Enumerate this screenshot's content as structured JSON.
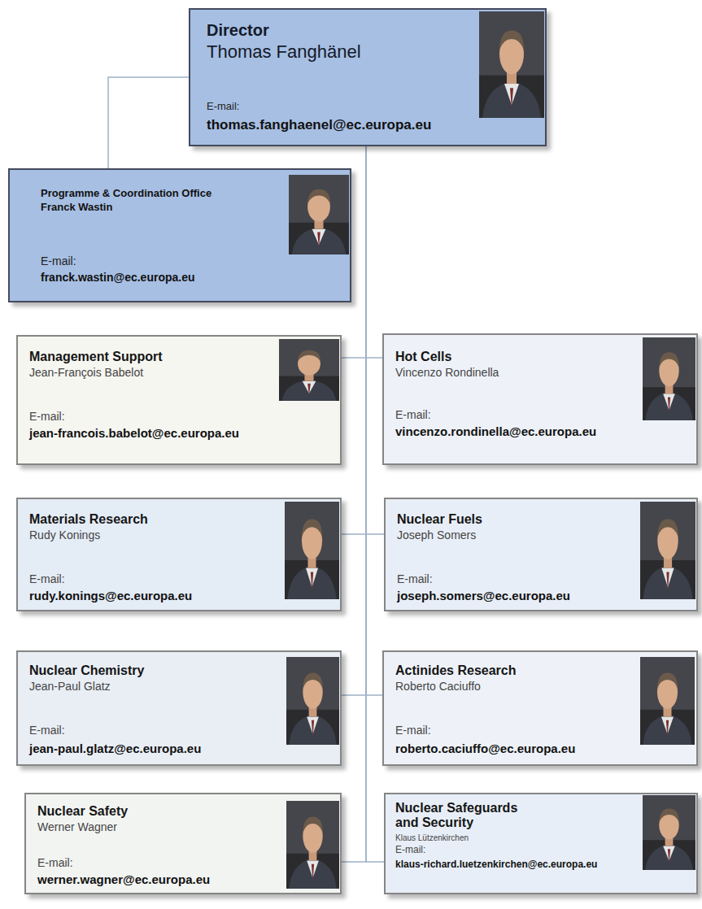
{
  "diagram": {
    "nodes": [
      {
        "text": [
          "Director",
          "Thomas Fanghänel",
          "E-mail:",
          "thomas.fanghaenel@ec.europa.eu"
        ]
      },
      {
        "text": [
          "Programme & Coordination Office",
          "Franck Wastin",
          "E-mail:",
          "franck.wastin@ec.europa.eu"
        ]
      },
      {
        "text": [
          "Management Support",
          "Jean-François Babelot",
          "E-mail:",
          "jean-francois.babelot@ec.europa.eu"
        ]
      },
      {
        "text": [
          "Hot Cells",
          "Vincenzo Rondinella",
          "E-mail:",
          "vincenzo.rondinella@ec.europa.eu"
        ]
      },
      {
        "text": [
          "Materials Research",
          "Rudy Konings",
          "E-mail:",
          "rudy.konings@ec.europa.eu"
        ]
      },
      {
        "text": [
          "Nuclear Fuels",
          "Joseph Somers",
          "E-mail:",
          "joseph.somers@ec.europa.eu"
        ]
      },
      {
        "text": [
          "Nuclear Chemistry",
          "Jean-Paul Glatz",
          "E-mail:",
          "jean-paul.glatz@ec.europa.eu"
        ]
      },
      {
        "text": [
          "Actinides Research",
          "Roberto Caciuffo",
          "E-mail:",
          "roberto.caciuffo@ec.europa.eu"
        ]
      },
      {
        "text": [
          "Nuclear Safety",
          "Werner Wagner",
          "E-mail:",
          "werner.wagner@ec.europa.eu"
        ]
      },
      {
        "text": [
          "Nuclear Safeguards and Security",
          "Klaus Lützenkirchen",
          "E-mail:",
          "klaus-richard.luetzenkirchen@ec.europa.eu"
        ]
      }
    ],
    "edges": [
      {
        "from": 0,
        "to": 1,
        "arrow": "none"
      },
      {
        "from": 0,
        "to": 2,
        "arrow": "none"
      },
      {
        "from": 0,
        "to": 3,
        "arrow": "none"
      },
      {
        "from": 0,
        "to": 4,
        "arrow": "none"
      },
      {
        "from": 0,
        "to": 5,
        "arrow": "none"
      },
      {
        "from": 0,
        "to": 6,
        "arrow": "none"
      },
      {
        "from": 0,
        "to": 7,
        "arrow": "none"
      },
      {
        "from": 0,
        "to": 8,
        "arrow": "none"
      },
      {
        "from": 0,
        "to": 9,
        "arrow": "none"
      }
    ]
  }
}
